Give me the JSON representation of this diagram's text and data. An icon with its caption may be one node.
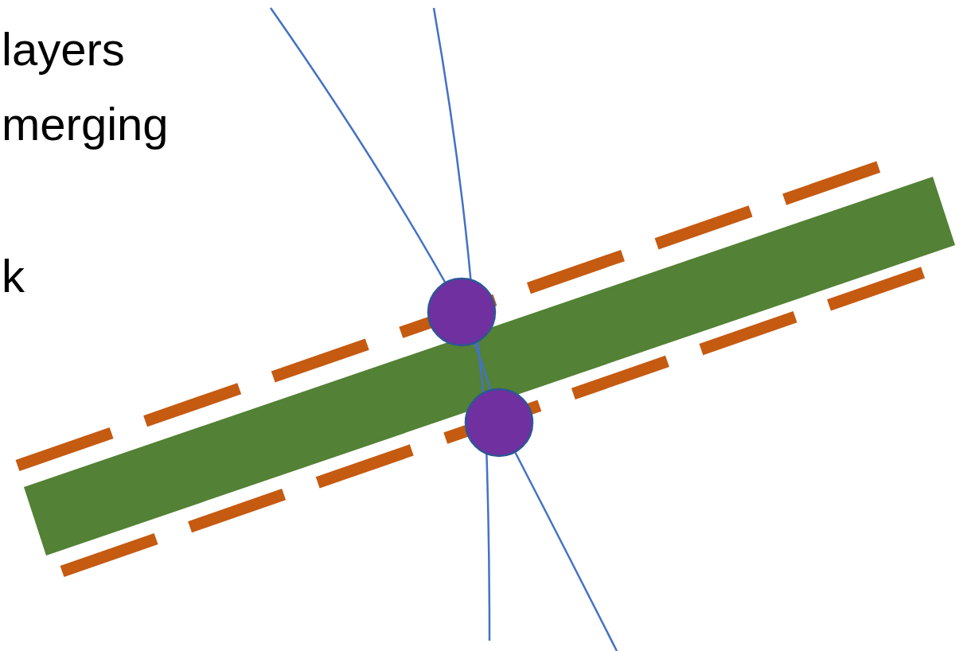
{
  "diagram": {
    "labels": [
      "layers",
      "merging",
      "k"
    ]
  }
}
